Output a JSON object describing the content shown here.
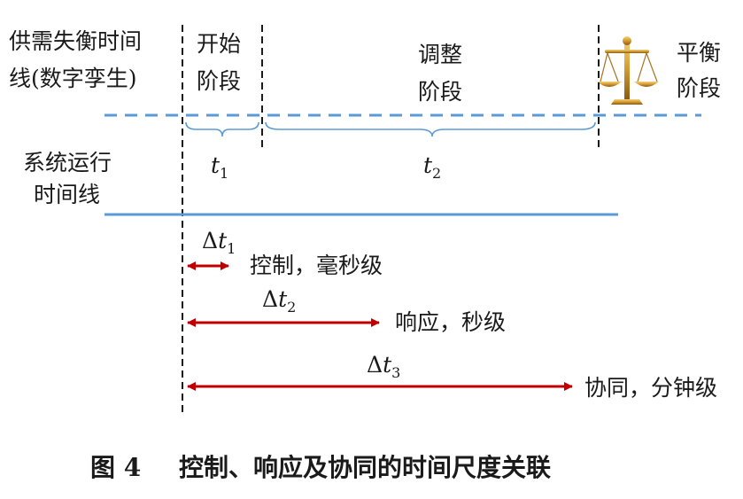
{
  "labels": {
    "supply_line_1": "供需失衡时间",
    "supply_line_2": "线(数字孪生)",
    "start_1": "开始",
    "start_2": "阶段",
    "adjust_1": "调整",
    "adjust_2": "阶段",
    "balance_1": "平衡",
    "balance_2": "阶段",
    "system_line_1": "系统运行",
    "system_line_2": "时间线"
  },
  "durations": {
    "t1": {
      "symbol": "t",
      "sub": "1"
    },
    "t2": {
      "symbol": "t",
      "sub": "2"
    }
  },
  "arrows": [
    {
      "delta": "Δ",
      "symbol": "t",
      "sub": "1",
      "label": "控制，毫秒级"
    },
    {
      "delta": "Δ",
      "symbol": "t",
      "sub": "2",
      "label": "响应，秒级"
    },
    {
      "delta": "Δ",
      "symbol": "t",
      "sub": "3",
      "label": "协同，分钟级"
    }
  ],
  "caption": {
    "number": "图 4",
    "title": "控制、响应及协同的时间尺度关联"
  },
  "colors": {
    "timeline_blue": "#5b9bd5",
    "arrow_red": "#c00000",
    "text": "#1a1a1a",
    "scale_gold": "#c9912a"
  },
  "icons": {
    "balance": "balance-scale-icon"
  }
}
